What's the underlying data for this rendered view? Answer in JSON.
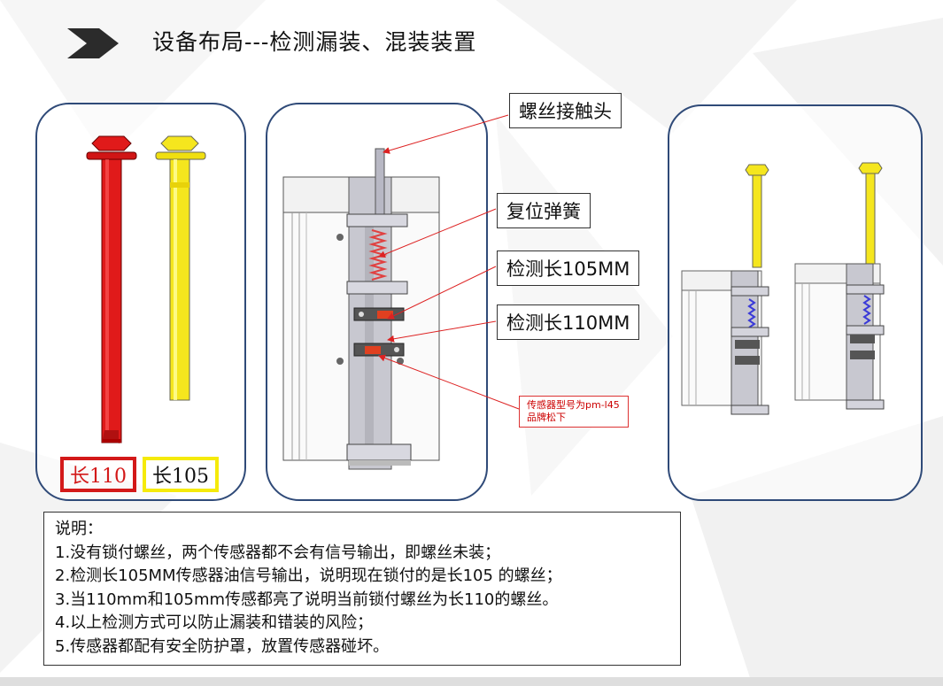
{
  "title": "设备布局---检测漏装、混装装置",
  "callouts": {
    "screw_contact": "螺丝接触头",
    "reset_spring": "复位弹簧",
    "detect_105": "检测长105MM",
    "detect_110": "检测长110MM",
    "sensor_model_line1": "传感器型号为pm-l45",
    "sensor_model_line2": "品牌松下"
  },
  "screw_labels": {
    "red": "长110",
    "yellow": "长105"
  },
  "notes": {
    "heading": "说明：",
    "items": [
      "1.没有锁付螺丝，两个传感器都不会有信号输出，即螺丝未装；",
      "2.检测长105MM传感器油信号输出，说明现在锁付的是长105 的螺丝；",
      "3.当110mm和105mm传感都亮了说明当前锁付螺丝为长110的螺丝。",
      "4.以上检测方式可以防止漏装和错装的风险；",
      "5.传感器都配有安全防护罩，放置传感器碰坏。"
    ]
  },
  "colors": {
    "accent": "#2f4a78",
    "screw_red": "#e01a1a",
    "screw_yellow": "#f5e61e",
    "label_red": "#d31919",
    "label_yellow": "#f5ea0a",
    "spring": "#e04040",
    "spring_blue": "#3a3ad8"
  }
}
